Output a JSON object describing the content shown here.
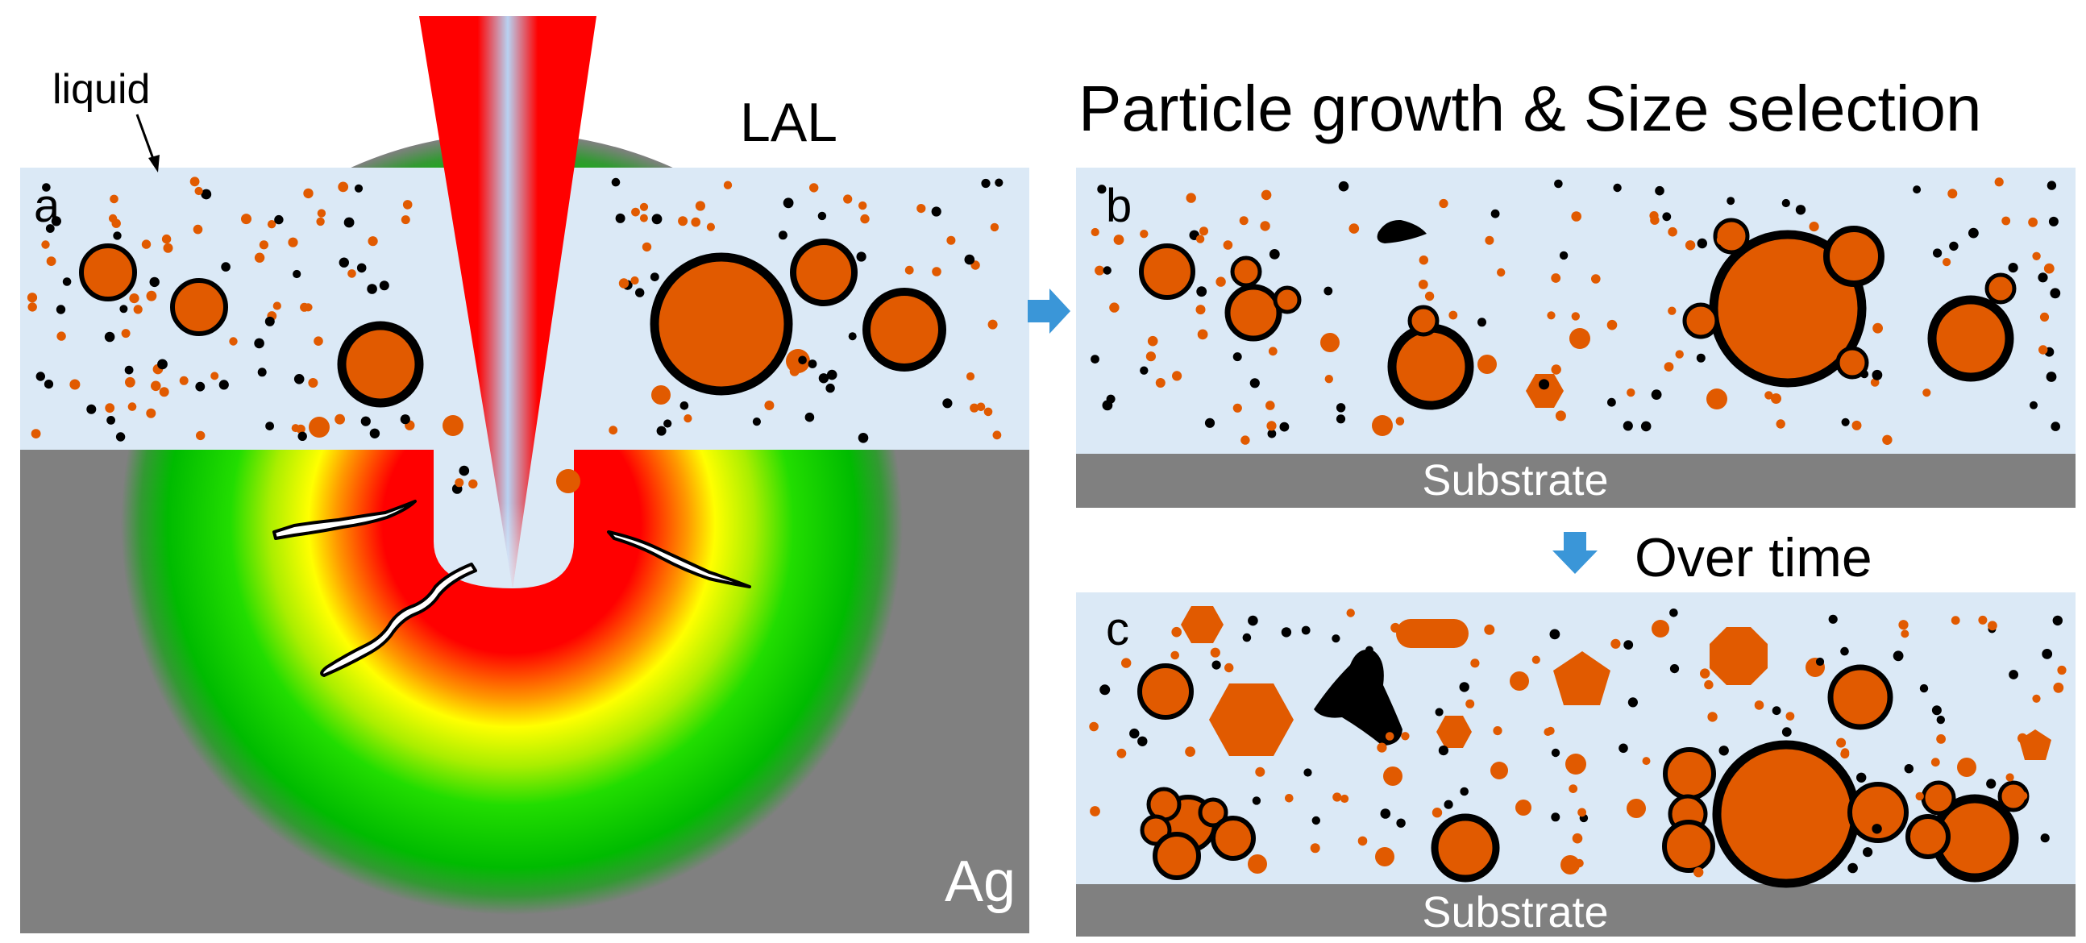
{
  "labels": {
    "liquid": "liquid",
    "lal": "LAL",
    "growth_title": "Particle growth & Size selection",
    "over_time": "Over time",
    "panel_a": "a",
    "panel_b": "b",
    "panel_c": "c",
    "substrate": "Substrate",
    "silver": "Ag"
  },
  "colors": {
    "liquid": "#dbe9f6",
    "target_metal": "#808080",
    "particle": "#e15a00",
    "dark_particle": "#000000",
    "laser_red": "#ff0000",
    "laser_core": "#b8d2f2",
    "arrow": "#3a96d8",
    "heat_hot": "#ff0000",
    "heat_warm": "#ffff00",
    "heat_cool": "#00cc00"
  },
  "icons": {
    "right_arrow": "right-arrow-icon",
    "down_arrow": "down-arrow-icon"
  }
}
